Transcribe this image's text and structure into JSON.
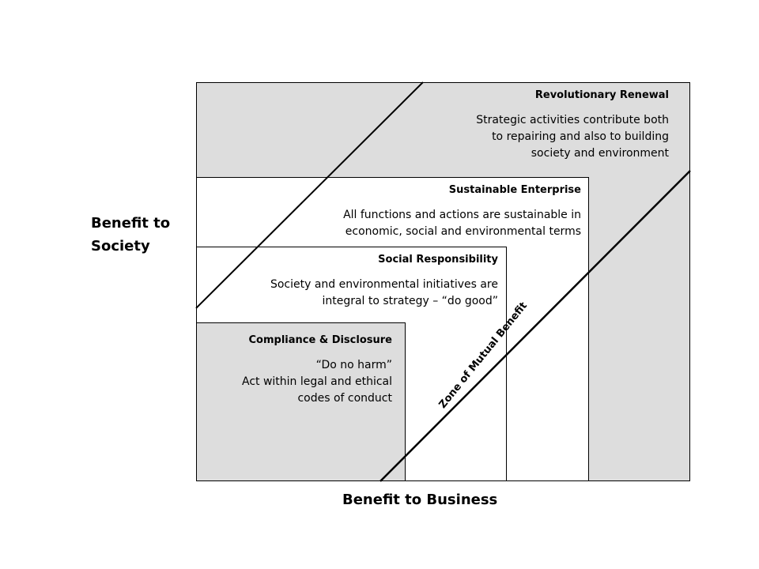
{
  "levels": {
    "revolutionary_renewal": {
      "title": "Revolutionary Renewal",
      "description": "Strategic activities contribute both\nto repairing and also to building\nsociety and environment"
    },
    "sustainable_enterprise": {
      "title": "Sustainable Enterprise",
      "description": "All functions and actions are sustainable in\neconomic, social and environmental terms"
    },
    "social_responsibility": {
      "title": "Social Responsibility",
      "description": "Society and environmental initiatives are\nintegral to strategy – “do good”"
    },
    "compliance_disclosure": {
      "title": "Compliance & Disclosure",
      "description": "“Do no harm”\nAct within legal and ethical\ncodes of conduct"
    }
  },
  "zone_label": "Zone of Mutual Benefit",
  "axes": {
    "y_label": "Benefit to\nSociety",
    "x_label": "Benefit to Business"
  },
  "colors": {
    "shaded_fill": "#dddddd",
    "plain_fill": "#ffffff",
    "line": "#000000"
  }
}
